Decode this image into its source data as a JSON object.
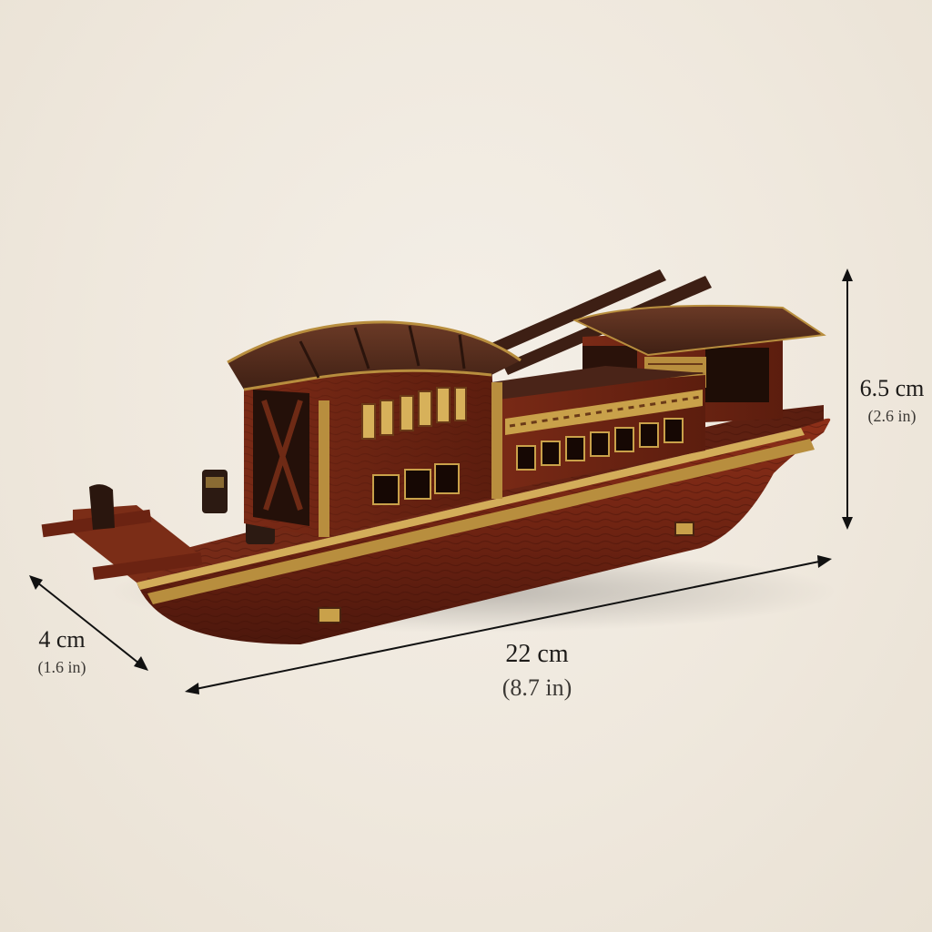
{
  "dimensions": {
    "length": {
      "metric": "22 cm",
      "imperial": "(8.7 in)"
    },
    "height": {
      "metric": "6.5 cm",
      "imperial": "(2.6 in)"
    },
    "width": {
      "metric": "4 cm",
      "imperial": "(1.6 in)"
    }
  },
  "colors": {
    "background": "#efe8dd",
    "hull_wood": "#7a2a17",
    "roof_wood": "#4a2418",
    "gold_trim": "#c9a14a",
    "arrow": "#111111"
  }
}
